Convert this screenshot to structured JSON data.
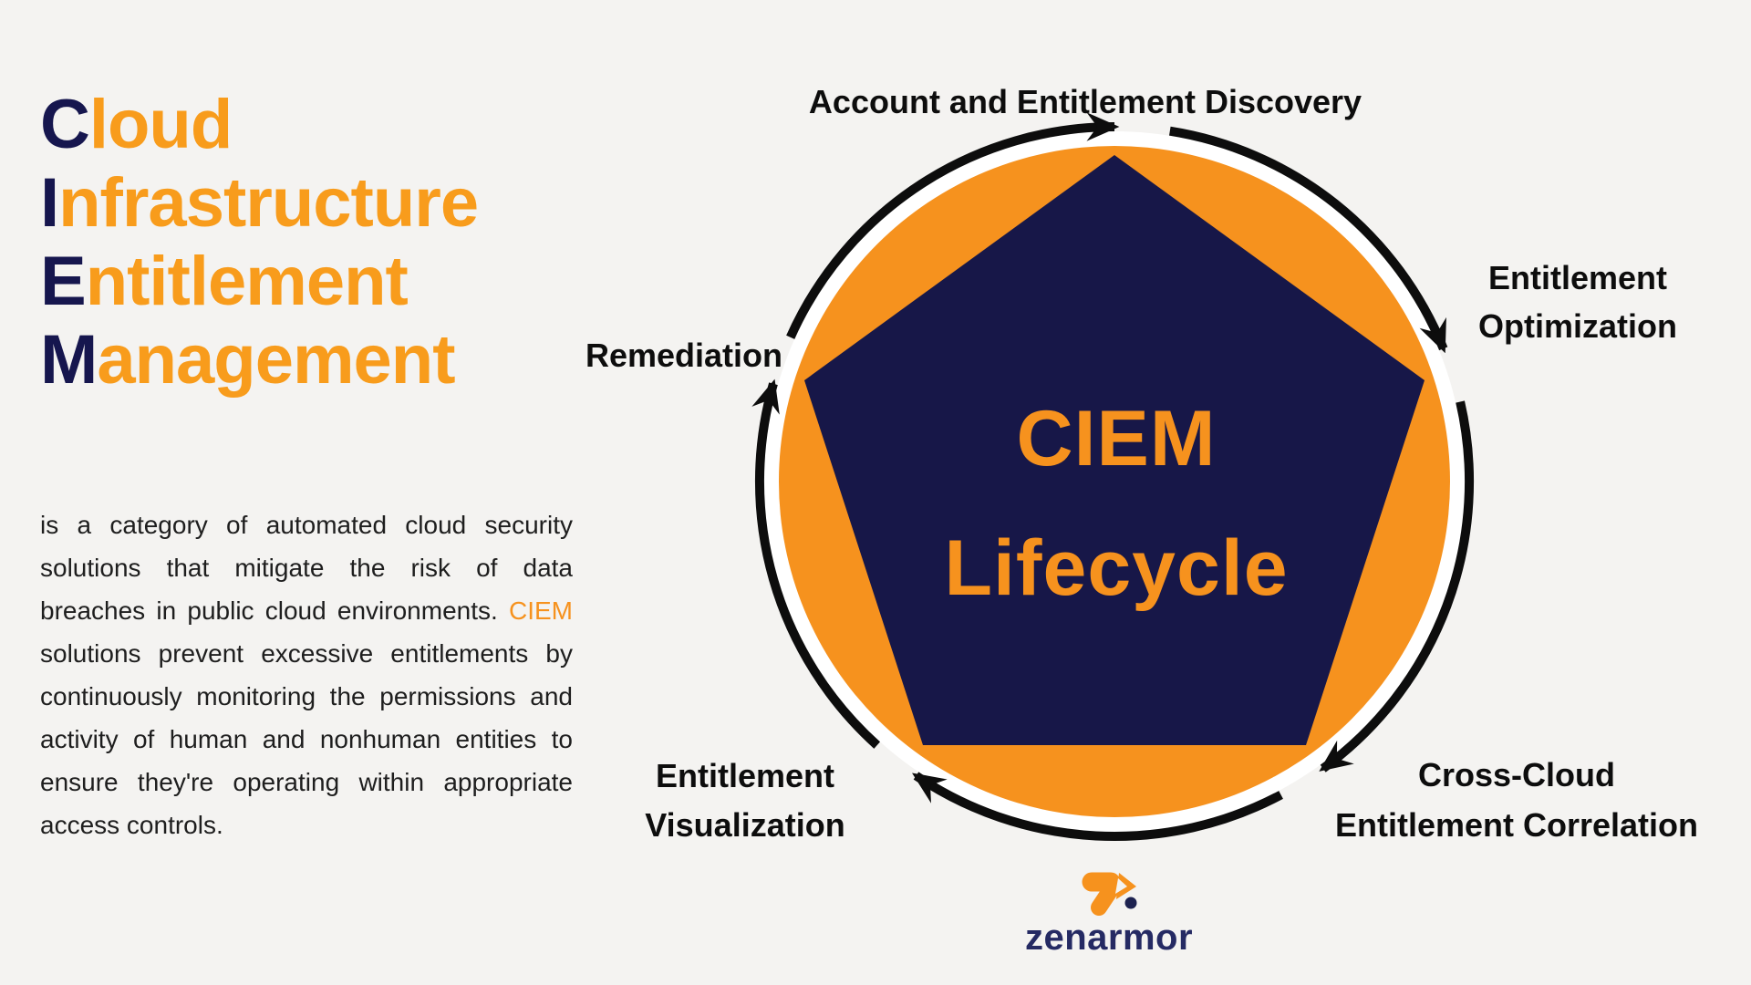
{
  "colors": {
    "background": "#f4f3f1",
    "orange": "#f6921e",
    "title_orange": "#f89c1c",
    "navy": "#171748",
    "title_navy": "#16164e",
    "arrow_black": "#0d0d0d",
    "wordmark_navy": "#252a63"
  },
  "title": {
    "lines": [
      {
        "lead": "C",
        "rest": "loud"
      },
      {
        "lead": "I",
        "rest": "nfrastructure"
      },
      {
        "lead": "E",
        "rest": "ntitlement"
      },
      {
        "lead": "M",
        "rest": "anagement"
      }
    ]
  },
  "description": {
    "before": "is a category of automated cloud security solutions that mitigate the risk of data breaches in public cloud environments. ",
    "highlight": "CIEM",
    "after": " solutions prevent excessive entitlements by continuously monitoring the permissions and activity of human and nonhuman entities to ensure they're operating within appropriate access controls."
  },
  "diagram": {
    "center": {
      "line1": "CIEM",
      "line2": "Lifecycle"
    },
    "stages": {
      "top": "Account and Entitlement Discovery",
      "right": {
        "line1": "Entitlement",
        "line2": "Optimization"
      },
      "bottom_right": {
        "line1": "Cross-Cloud",
        "line2": "Entitlement Correlation"
      },
      "bottom_left": {
        "line1": "Entitlement",
        "line2": "Visualization"
      },
      "left": "Remediation"
    }
  },
  "footer": {
    "brand": "zenarmor"
  }
}
